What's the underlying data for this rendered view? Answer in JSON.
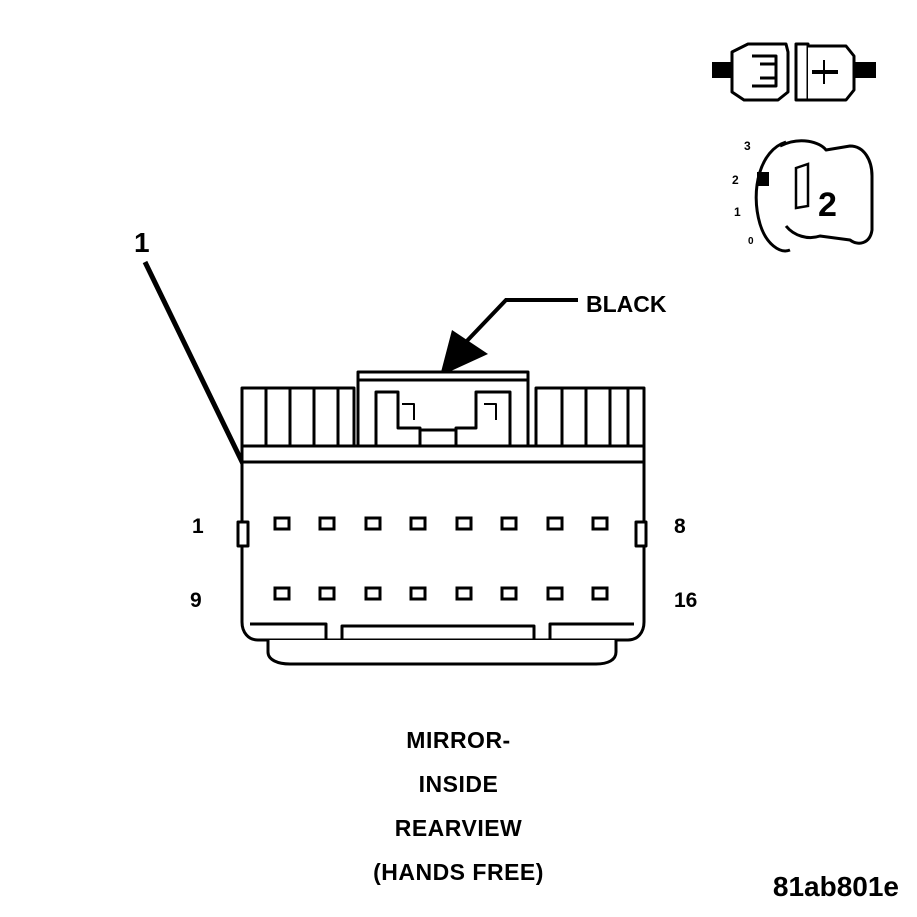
{
  "callout": {
    "number": "1",
    "color_label": "BLACK"
  },
  "pins": {
    "top_left": "1",
    "top_right": "8",
    "bottom_left": "9",
    "bottom_right": "16"
  },
  "key_icon": {
    "positions": [
      "3",
      "2",
      "1",
      "0"
    ],
    "selected": "2"
  },
  "caption": {
    "line1": "MIRROR-",
    "line2": "INSIDE",
    "line3": "REARVIEW",
    "line4": "(HANDS FREE)"
  },
  "figure_id": "81ab801e"
}
